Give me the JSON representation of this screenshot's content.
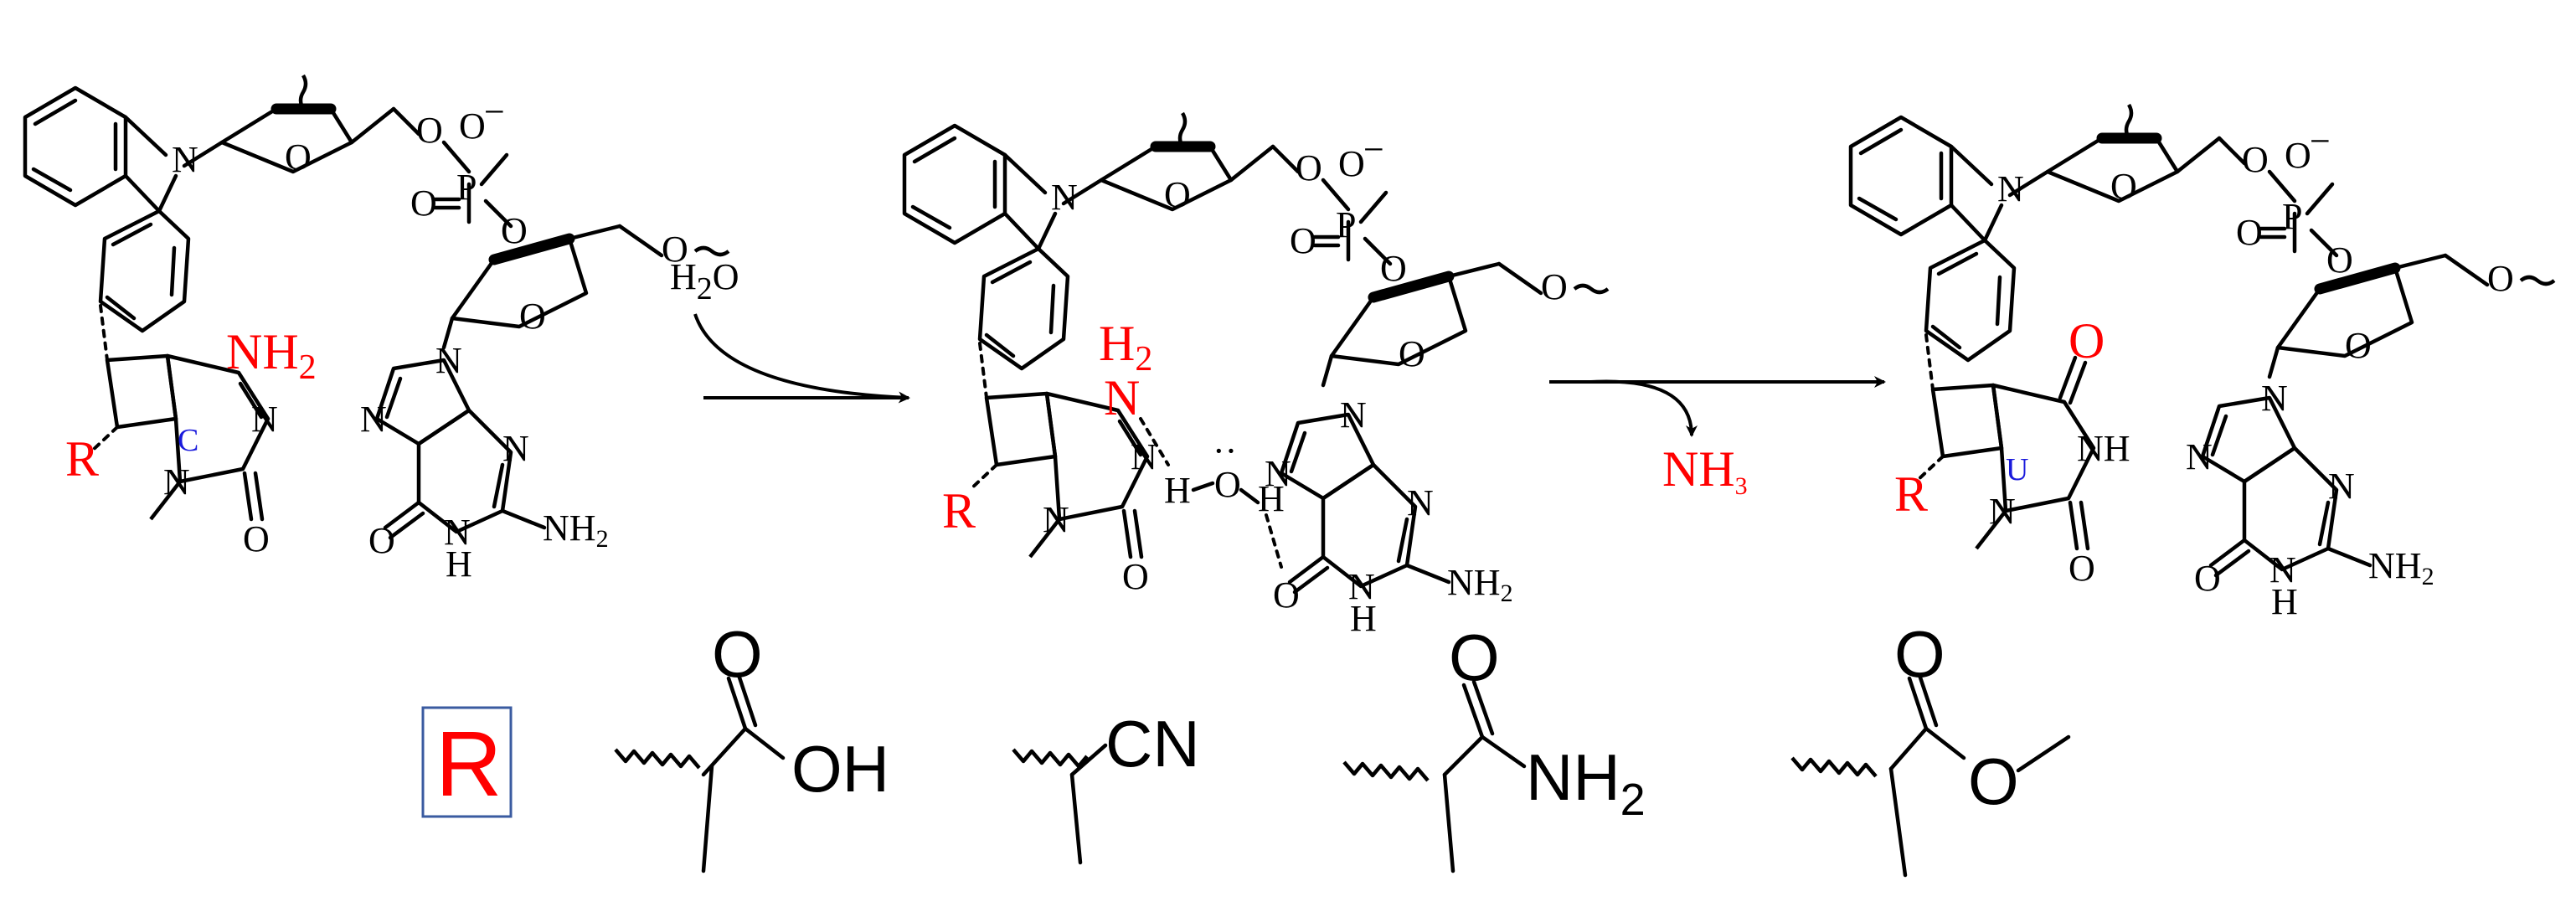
{
  "atoms": {
    "N": "N",
    "O": "O",
    "P": "P",
    "H": "H",
    "NH": "NH",
    "R": "R",
    "NH2": "NH",
    "sub2": "2",
    "sub3": "3",
    "minus": "−",
    "lone_pair": "··"
  },
  "reagents": {
    "water": "H",
    "water_sub": "2",
    "water_tail": "O",
    "released": "NH",
    "released_sub": "3"
  },
  "ring_labels": {
    "cytosine": "C",
    "uracil": "U"
  },
  "legend": {
    "key": "R",
    "groups": [
      {
        "name": "carboxylic-acid",
        "label": "OH",
        "o": "O"
      },
      {
        "name": "nitrile",
        "label": "CN"
      },
      {
        "name": "amide",
        "label": "NH",
        "sub": "2",
        "o": "O"
      },
      {
        "name": "methyl-ester",
        "label": "O",
        "o": "O"
      }
    ]
  },
  "colors": {
    "red": "#ff0000",
    "blue": "#1a1adc",
    "key_border": "#3a5ba0"
  }
}
